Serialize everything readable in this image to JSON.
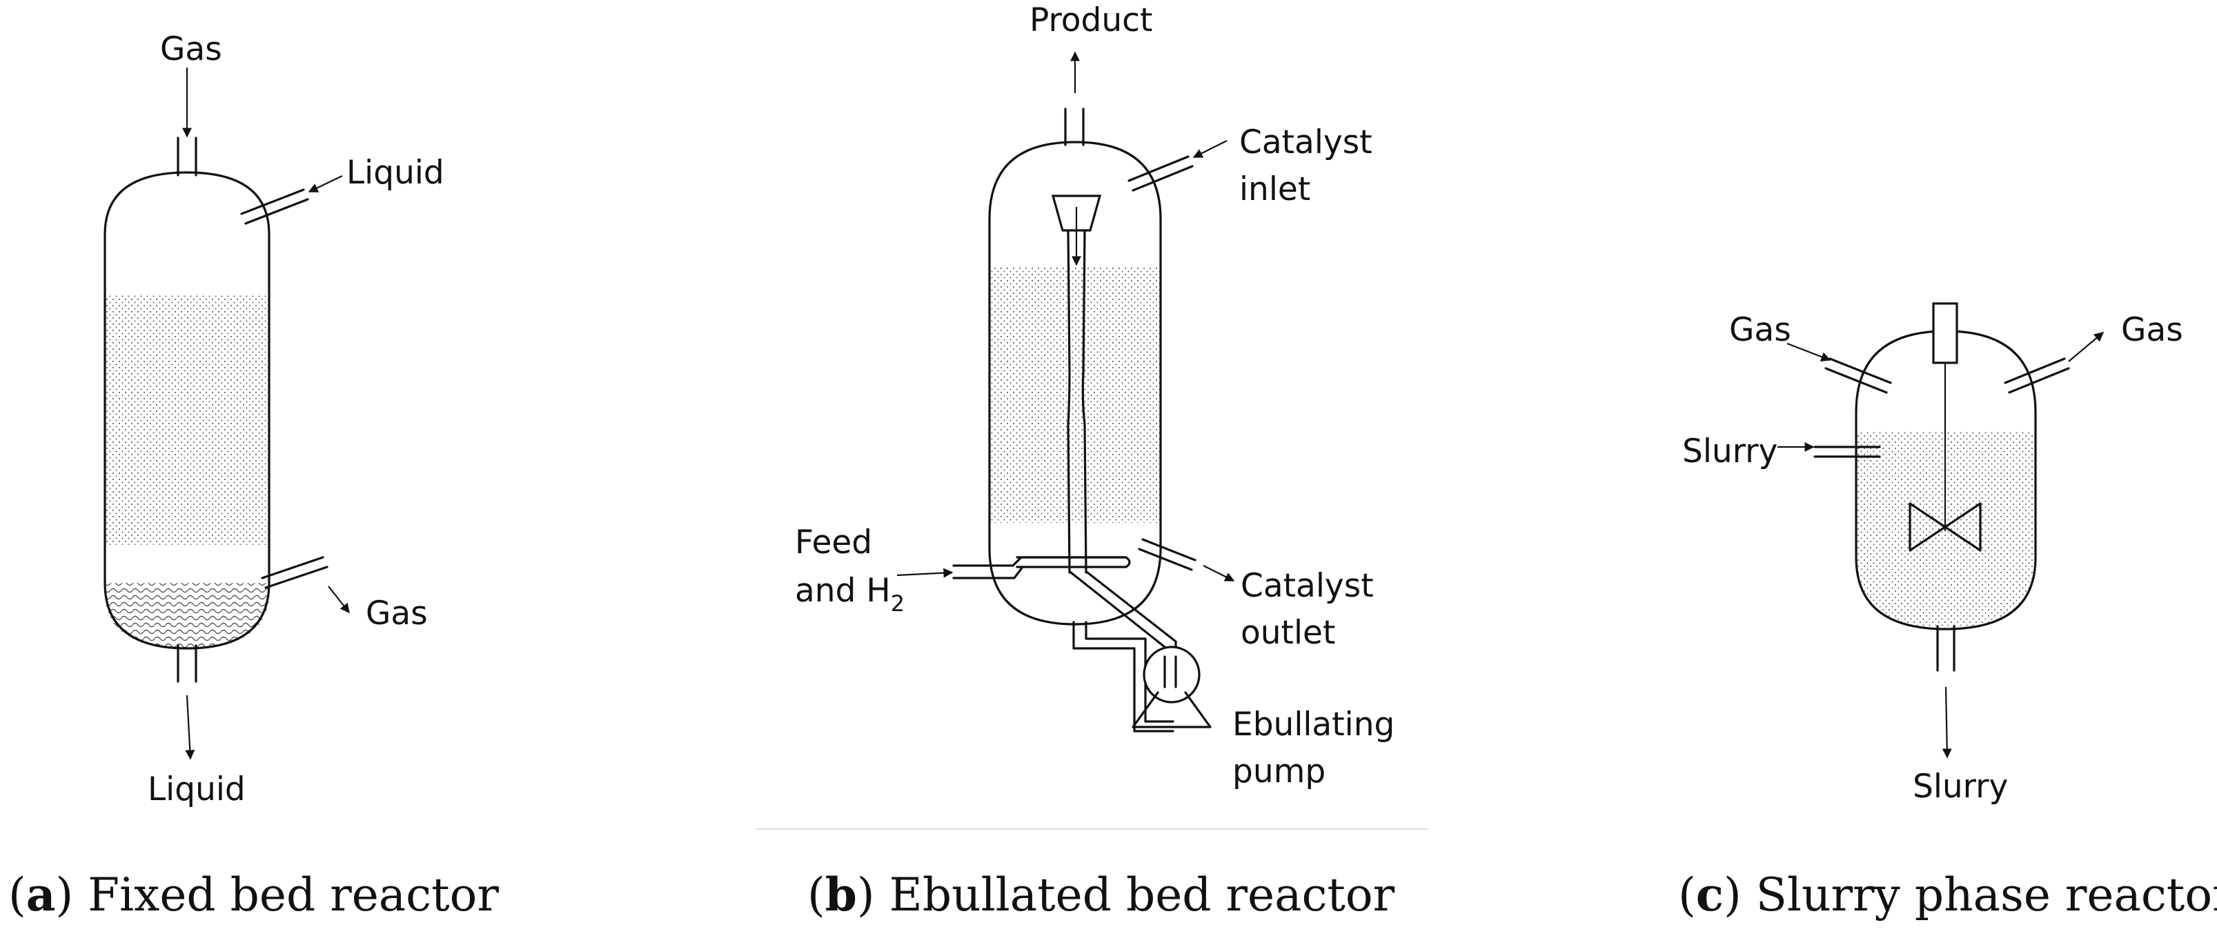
{
  "panel_a": {
    "caption_letter": "a",
    "caption_text": "Fixed bed reactor",
    "labels": {
      "gas_in": "Gas",
      "liquid_in": "Liquid",
      "gas_out": "Gas",
      "liquid_out": "Liquid"
    }
  },
  "panel_b": {
    "caption_letter": "b",
    "caption_text": "Ebullated bed reactor",
    "labels": {
      "product": "Product",
      "catalyst_inlet_1": "Catalyst",
      "catalyst_inlet_2": "inlet",
      "feed_1": "Feed",
      "feed_2": "and H",
      "feed_sub": "2",
      "catalyst_outlet_1": "Catalyst",
      "catalyst_outlet_2": "outlet",
      "pump_1": "Ebullating",
      "pump_2": "pump"
    }
  },
  "panel_c": {
    "caption_letter": "c",
    "caption_text": "Slurry phase reactor",
    "labels": {
      "gas_in": "Gas",
      "gas_out": "Gas",
      "slurry_in": "Slurry",
      "slurry_out": "Slurry"
    }
  }
}
